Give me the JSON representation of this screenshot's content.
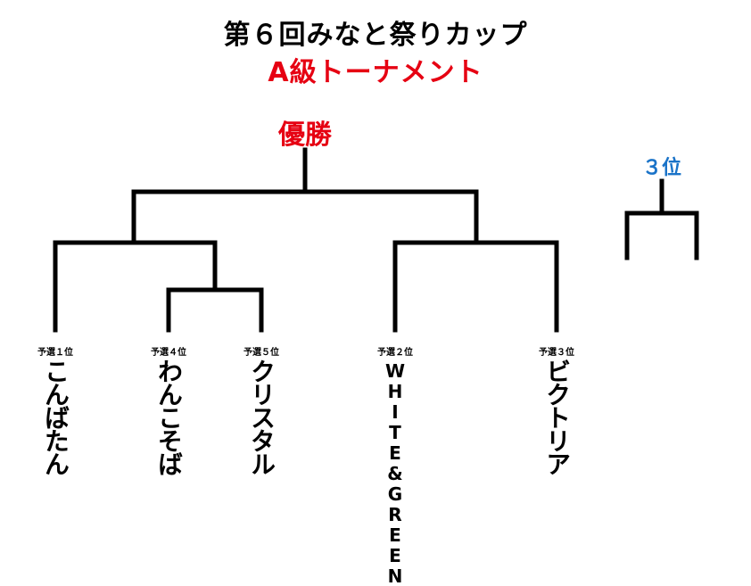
{
  "title": "第６回みなと祭りカップ",
  "subtitle": "A級トーナメント",
  "champion_label": "優勝",
  "third_place_label": "３位",
  "colors": {
    "title": "#000000",
    "subtitle": "#e60012",
    "champion": "#e60012",
    "third_place": "#1a73c8",
    "lines": "#000000"
  },
  "entries": [
    {
      "seed": "予選１位",
      "team": "こんばたん"
    },
    {
      "seed": "予選４位",
      "team": "わんこそば"
    },
    {
      "seed": "予選５位",
      "team": "クリスタル"
    },
    {
      "seed": "予選２位",
      "team": "WHITE&GREEN"
    },
    {
      "seed": "予選３位",
      "team": "ビクトリア"
    }
  ]
}
